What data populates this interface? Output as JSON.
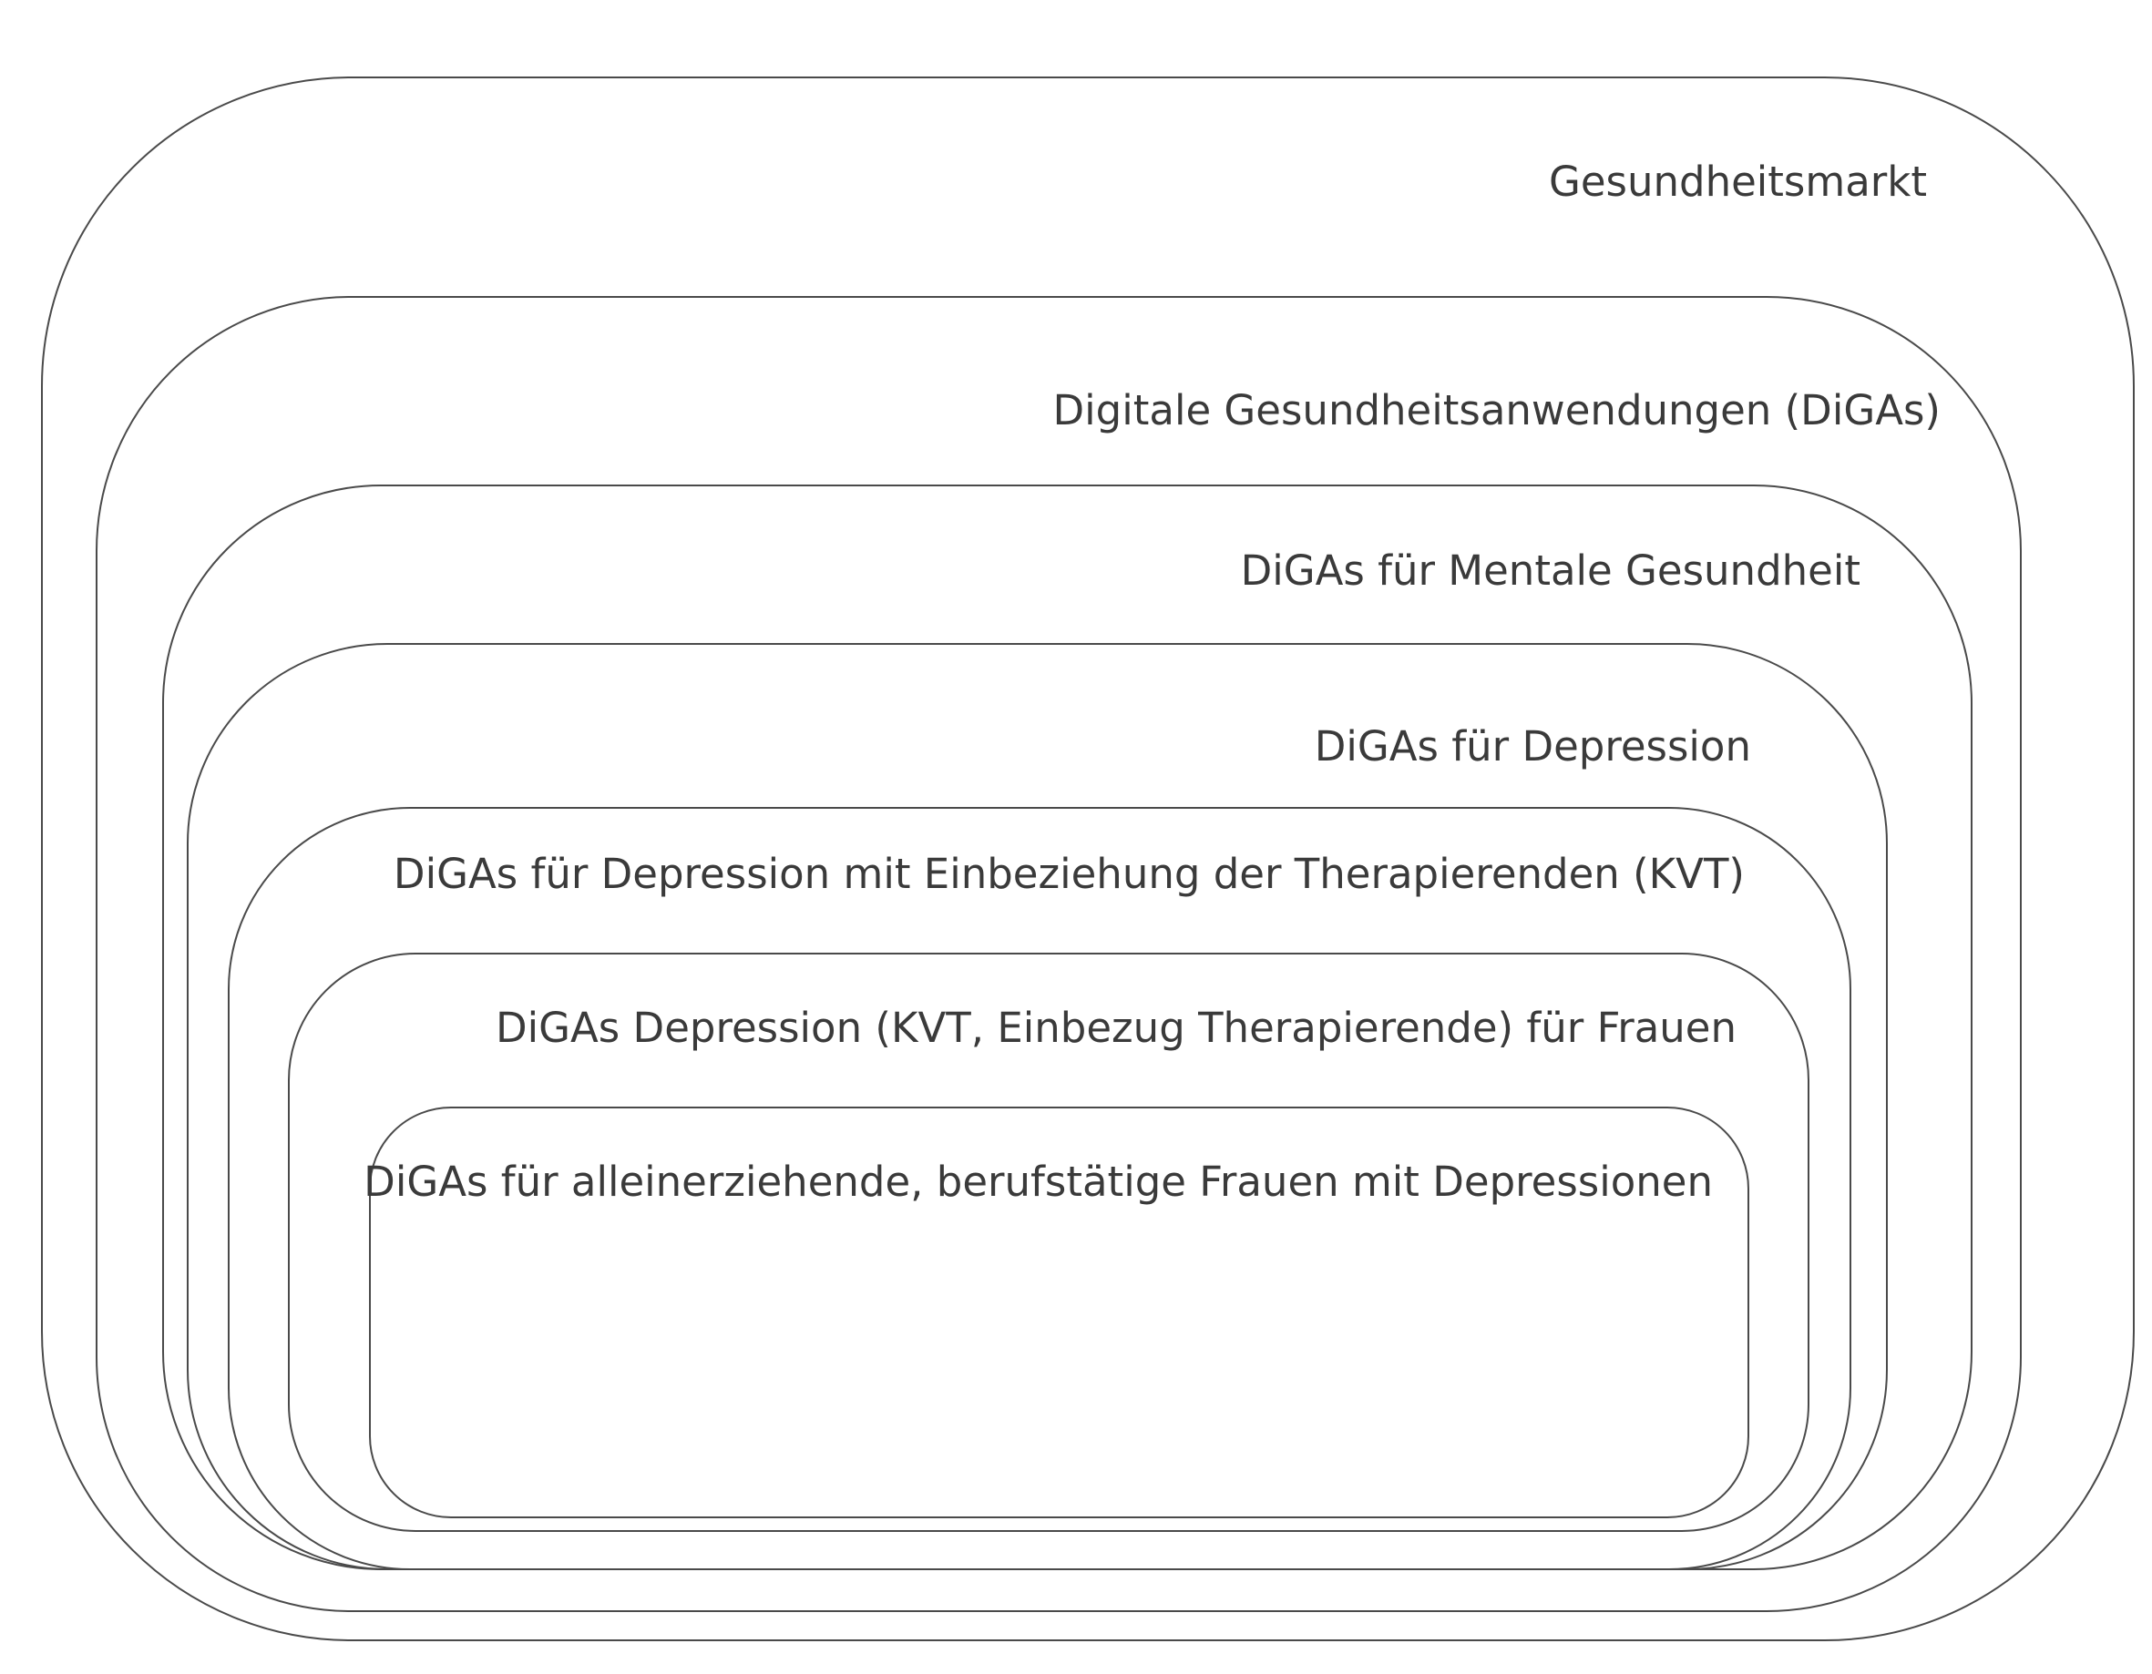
{
  "diagram": {
    "layers": [
      {
        "label": "Gesundheitsmarkt"
      },
      {
        "label": "Digitale Gesundheitsanwendungen (DiGAs)"
      },
      {
        "label": "DiGAs für Mentale Gesundheit"
      },
      {
        "label": "DiGAs für Depression"
      },
      {
        "label": "DiGAs für Depression mit Einbeziehung der Therapierenden (KVT)"
      },
      {
        "label": "DiGAs Depression (KVT, Einbezug Therapierende) für Frauen"
      },
      {
        "label": "DiGAs für alleinerziehende, berufstätige Frauen mit Depressionen"
      }
    ]
  }
}
